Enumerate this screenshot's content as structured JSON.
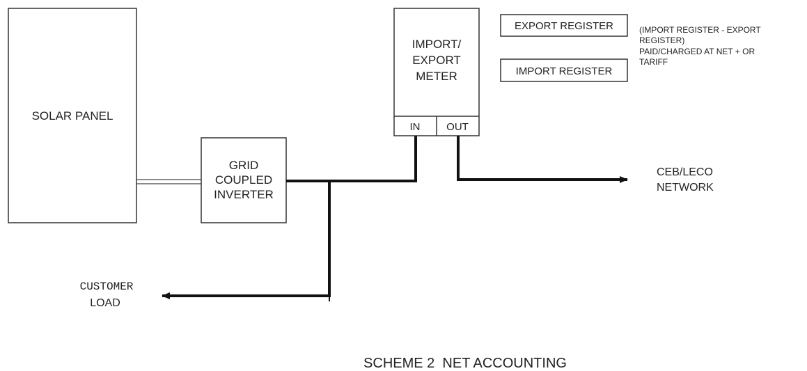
{
  "blocks": {
    "solar_panel": "SOLAR PANEL",
    "inverter": [
      "GRID",
      "COUPLED",
      "INVERTER"
    ],
    "meter": [
      "IMPORT/",
      "EXPORT",
      "METER"
    ],
    "meter_in": "IN",
    "meter_out": "OUT"
  },
  "registers": {
    "export": "EXPORT REGISTER",
    "import": "IMPORT REGISTER"
  },
  "note": [
    "(IMPORT REGISTER - EXPORT",
    "REGISTER)",
    "PAID/CHARGED AT NET + OR",
    "TARIFF"
  ],
  "network": [
    "CEB/LECO",
    "NETWORK"
  ],
  "customer_load": [
    "CUSTOMER",
    "LOAD"
  ],
  "caption": "SCHEME 2  NET ACCOUNTING"
}
